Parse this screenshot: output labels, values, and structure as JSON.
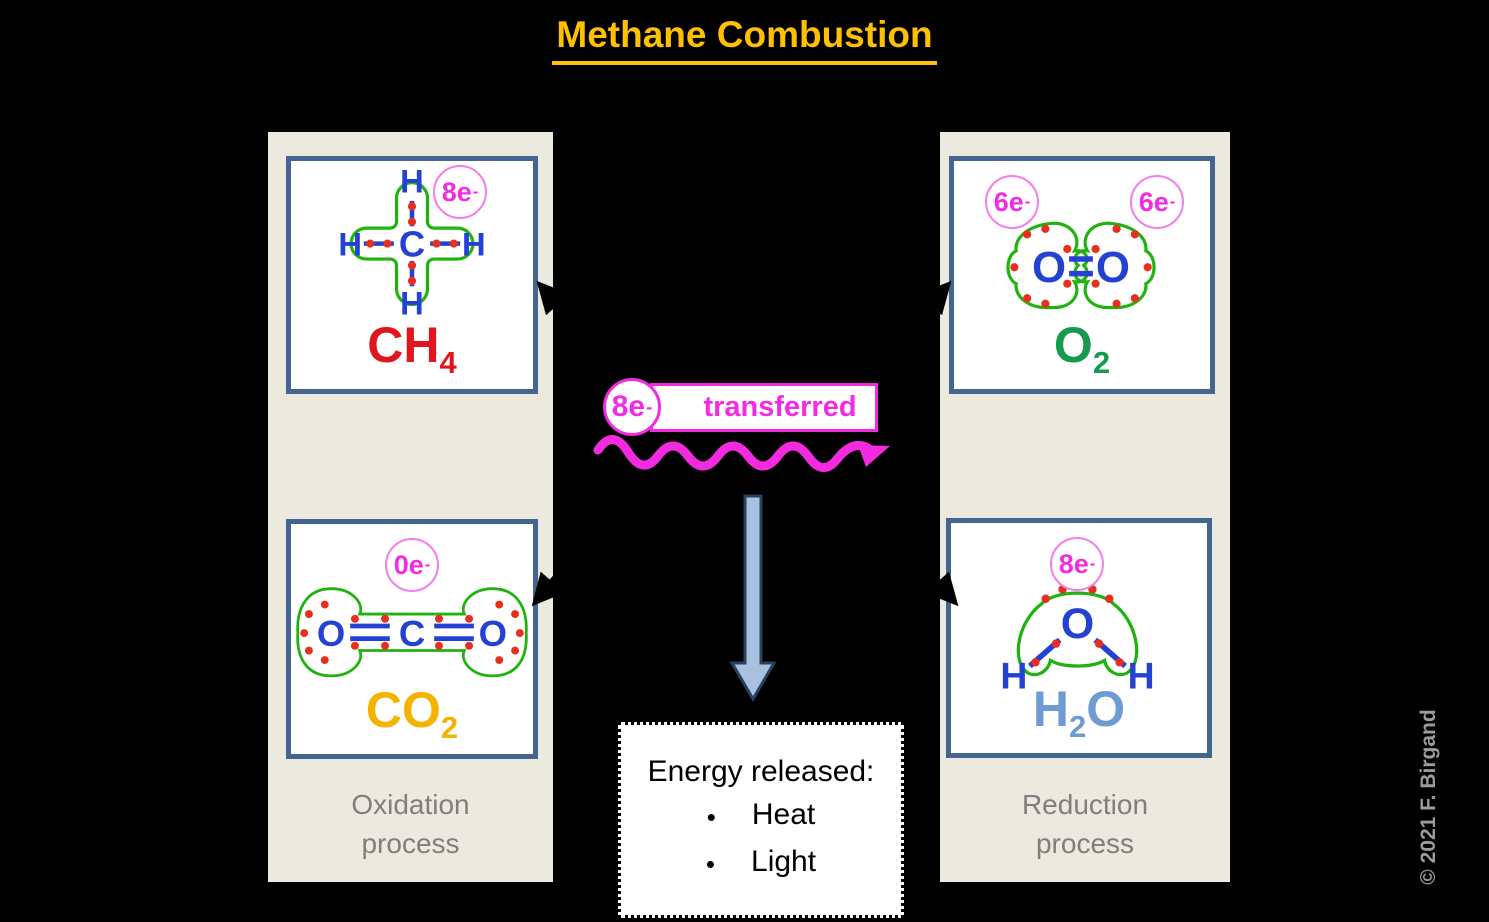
{
  "title": "Methane Combustion",
  "colors": {
    "title": "#FFC000",
    "panel_bg": "#ECE9DF",
    "box_border": "#44658F",
    "ch4": "#E0151D",
    "o2": "#169B4E",
    "co2": "#F5B300",
    "h2o": "#6F9BD3",
    "magenta": "#F42AE0",
    "badge_ring": "#F67CEB",
    "atom_blue": "#2342D3",
    "outline_green": "#20B310",
    "dot_red": "#E6301D",
    "gray_text": "#7F7F7F",
    "energy_arrow_fill": "#A9C1DE",
    "energy_arrow_stroke": "#27425F"
  },
  "left_panel": {
    "process_line1": "Oxidation",
    "process_line2": "process",
    "top_box": {
      "formula_pre": "CH",
      "formula_sub": "4",
      "formula_post": "",
      "badge": {
        "base": "8e",
        "sup": "-"
      }
    },
    "bottom_box": {
      "formula_pre": "CO",
      "formula_sub": "2",
      "formula_post": "",
      "badge": {
        "base": "0e",
        "sup": "-"
      }
    }
  },
  "right_panel": {
    "process_line1": "Reduction",
    "process_line2": "process",
    "top_box": {
      "formula_pre": "O",
      "formula_sub": "2",
      "formula_post": "",
      "badges": [
        {
          "base": "6e",
          "sup": "-"
        },
        {
          "base": "6e",
          "sup": "-"
        }
      ]
    },
    "bottom_box": {
      "formula_pre": "H",
      "formula_sub": "2",
      "formula_post": "O",
      "badge": {
        "base": "8e",
        "sup": "-"
      }
    }
  },
  "molecules": {
    "ch4": {
      "c": "C",
      "h": "H"
    },
    "o2": {
      "o": "O"
    },
    "co2": {
      "c": "C",
      "o": "O"
    },
    "h2o": {
      "o": "O",
      "h": "H"
    }
  },
  "transfer": {
    "badge": {
      "base": "8e",
      "sup": "-"
    },
    "label": "transferred"
  },
  "energy": {
    "heading": "Energy released:",
    "bullet_char": "•",
    "items": [
      "Heat",
      "Light"
    ]
  },
  "watermark": "© 2021 F. Birgand"
}
